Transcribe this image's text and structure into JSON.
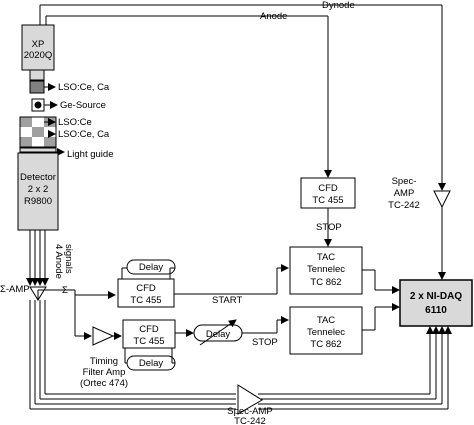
{
  "signals": {
    "dynode": "Dynode",
    "anode": "Anode",
    "stop_top": "STOP",
    "start": "START",
    "stop_bottom": "STOP",
    "anode_signals_1": "4 Anode",
    "anode_signals_2": "signals",
    "sigma_amp": "Σ-AMP",
    "sigma": "Σ"
  },
  "pmt": {
    "line1": "XP",
    "line2": "2020Q"
  },
  "crystals": {
    "lso_ce_ca_top": "LSO:Ce, Ca",
    "ge_source": "Ge-Source",
    "lso_ce": "LSO:Ce",
    "lso_ce_ca_bottom": "LSO:Ce, Ca",
    "light_guide": "Light guide"
  },
  "detector": {
    "line1": "Detector",
    "line2": "2 x 2",
    "line3": "R9800"
  },
  "cfd_top": {
    "line1": "CFD",
    "line2": "TC 455"
  },
  "cfd_mid": {
    "line1": "CFD",
    "line2": "TC 455"
  },
  "cfd_bottom": {
    "line1": "CFD",
    "line2": "TC 455"
  },
  "delay_top": "Delay",
  "delay_bottom": "Delay",
  "delay_variable": "Delay",
  "tac_top": {
    "line1": "TAC",
    "line2": "Tennelec",
    "line3": "TC 862"
  },
  "tac_bottom": {
    "line1": "TAC",
    "line2": "Tennelec",
    "line3": "TC 862"
  },
  "daq": {
    "line1": "2 x NI-DAQ",
    "line2": "6110"
  },
  "spec_amp_right": {
    "line1": "Spec-",
    "line2": "AMP",
    "line3": "TC-242"
  },
  "spec_amp_bottom": {
    "line1": "Spec-AMP",
    "line2": "TC-242"
  },
  "timing_filter": {
    "line1": "Timing",
    "line2": "Filter Amp",
    "line3": "(Ortec 474)"
  }
}
